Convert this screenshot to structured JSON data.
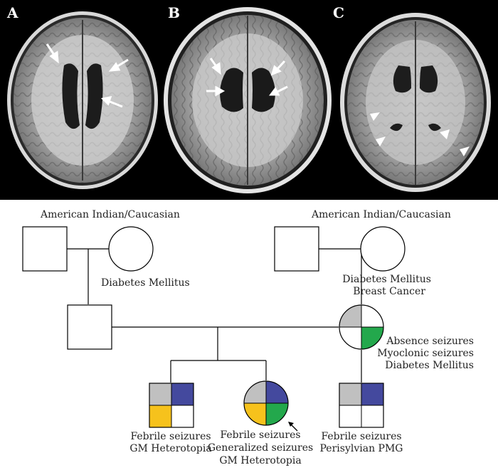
{
  "panels": {
    "a": {
      "label": "A"
    },
    "b": {
      "label": "B"
    },
    "c": {
      "label": "C"
    }
  },
  "pedigree": {
    "maternal_grandparents": {
      "ethnicity": "American Indian/Caucasian",
      "grandmother_note": "Diabetes Mellitus"
    },
    "paternal_grandparents": {
      "ethnicity": "American Indian/Caucasian",
      "grandmother_note_1": "Diabetes Mellitus",
      "grandmother_note_2": "Breast Cancer"
    },
    "mother": {
      "note_1": "Absence seizures",
      "note_2": "Myoclonic seizures",
      "note_3": "Diabetes Mellitus"
    },
    "child_1": {
      "note_1": "Febrile seizures",
      "note_2": "GM Heterotopia"
    },
    "proband": {
      "note_1": "Febrile seizures",
      "note_2": "Generalized seizures",
      "note_3": "GM Heterotopia"
    },
    "child_3": {
      "note_1": "Febrile seizures",
      "note_2": "Perisylvian PMG"
    }
  },
  "colors": {
    "gray": "#c0c0c0",
    "blue": "#44499e",
    "yellow": "#f6c21c",
    "green": "#23a84c"
  }
}
